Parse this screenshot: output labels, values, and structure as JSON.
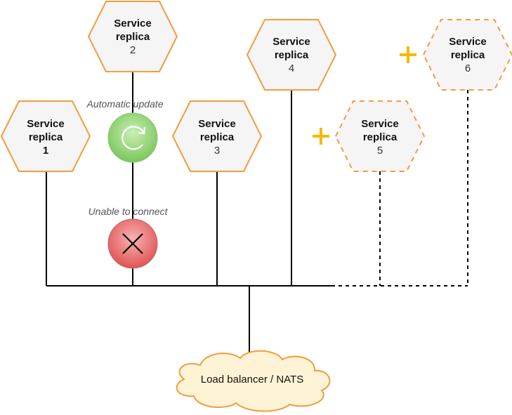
{
  "colors": {
    "hex_fill": "#f5f5f5",
    "hex_stroke": "#f39c3d",
    "plus": "#f5b800",
    "line": "#000000",
    "update_fill": "#8fd16f",
    "error_fill": "#e86464",
    "cloud_fill": "#fff3d6"
  },
  "replicas": {
    "r1": {
      "title_line1": "Service",
      "title_line2": "replica",
      "number": "1",
      "status": "existing"
    },
    "r2": {
      "title_line1": "Service",
      "title_line2": "replica",
      "number": "2",
      "status": "existing"
    },
    "r3": {
      "title_line1": "Service",
      "title_line2": "replica",
      "number": "3",
      "status": "existing"
    },
    "r4": {
      "title_line1": "Service",
      "title_line2": "replica",
      "number": "4",
      "status": "existing"
    },
    "r5": {
      "title_line1": "Service",
      "title_line2": "replica",
      "number": "5",
      "status": "new"
    },
    "r6": {
      "title_line1": "Service",
      "title_line2": "replica",
      "number": "6",
      "status": "new"
    }
  },
  "status_labels": {
    "update": "Automatic update",
    "error": "Unable to connect"
  },
  "icons": {
    "update": "refresh-icon",
    "error": "close-icon",
    "added": "plus-icon"
  },
  "load_balancer": {
    "label": "Load balancer / NATS"
  }
}
